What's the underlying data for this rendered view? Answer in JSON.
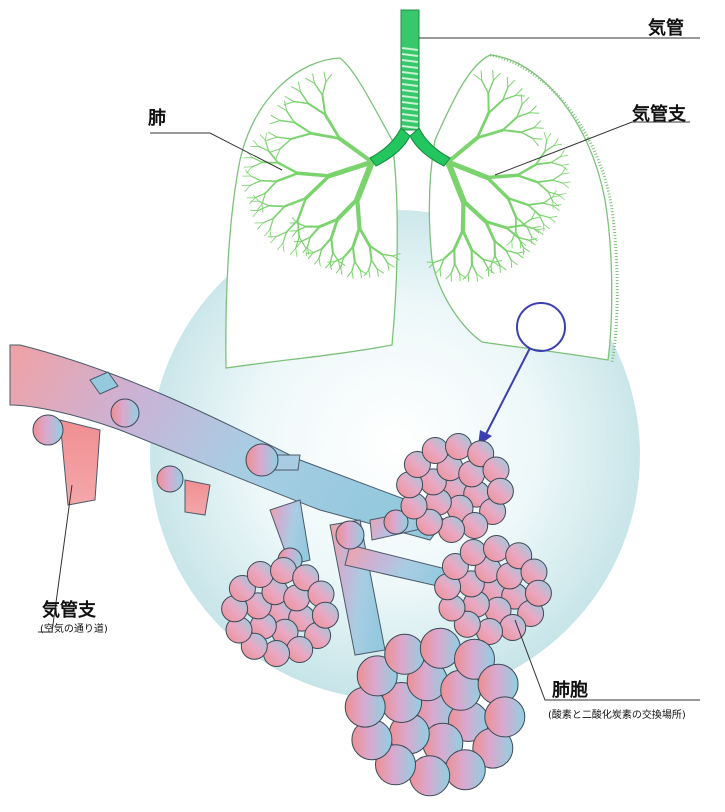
{
  "labels": {
    "trachea": "気管",
    "lung": "肺",
    "bronchus_upper": "気管支",
    "bronchus_lower": "気管支",
    "bronchus_lower_note": "(空気の通り道)",
    "alveoli": "肺胞",
    "alveoli_note": "(酸素と二酸化炭素の交換場所)"
  },
  "colors": {
    "lung_outline": "#7cc27a",
    "airway_green": "#22c55e",
    "circle_bg": "#cfe9ec",
    "pointer": "#3b3fb0",
    "alveolus_blue": "#8ecfe0",
    "alveolus_pink": "#f0989a"
  },
  "icons": {
    "zoom_circle": "magnify-circle-icon",
    "pointer_arrow": "arrow-icon"
  }
}
